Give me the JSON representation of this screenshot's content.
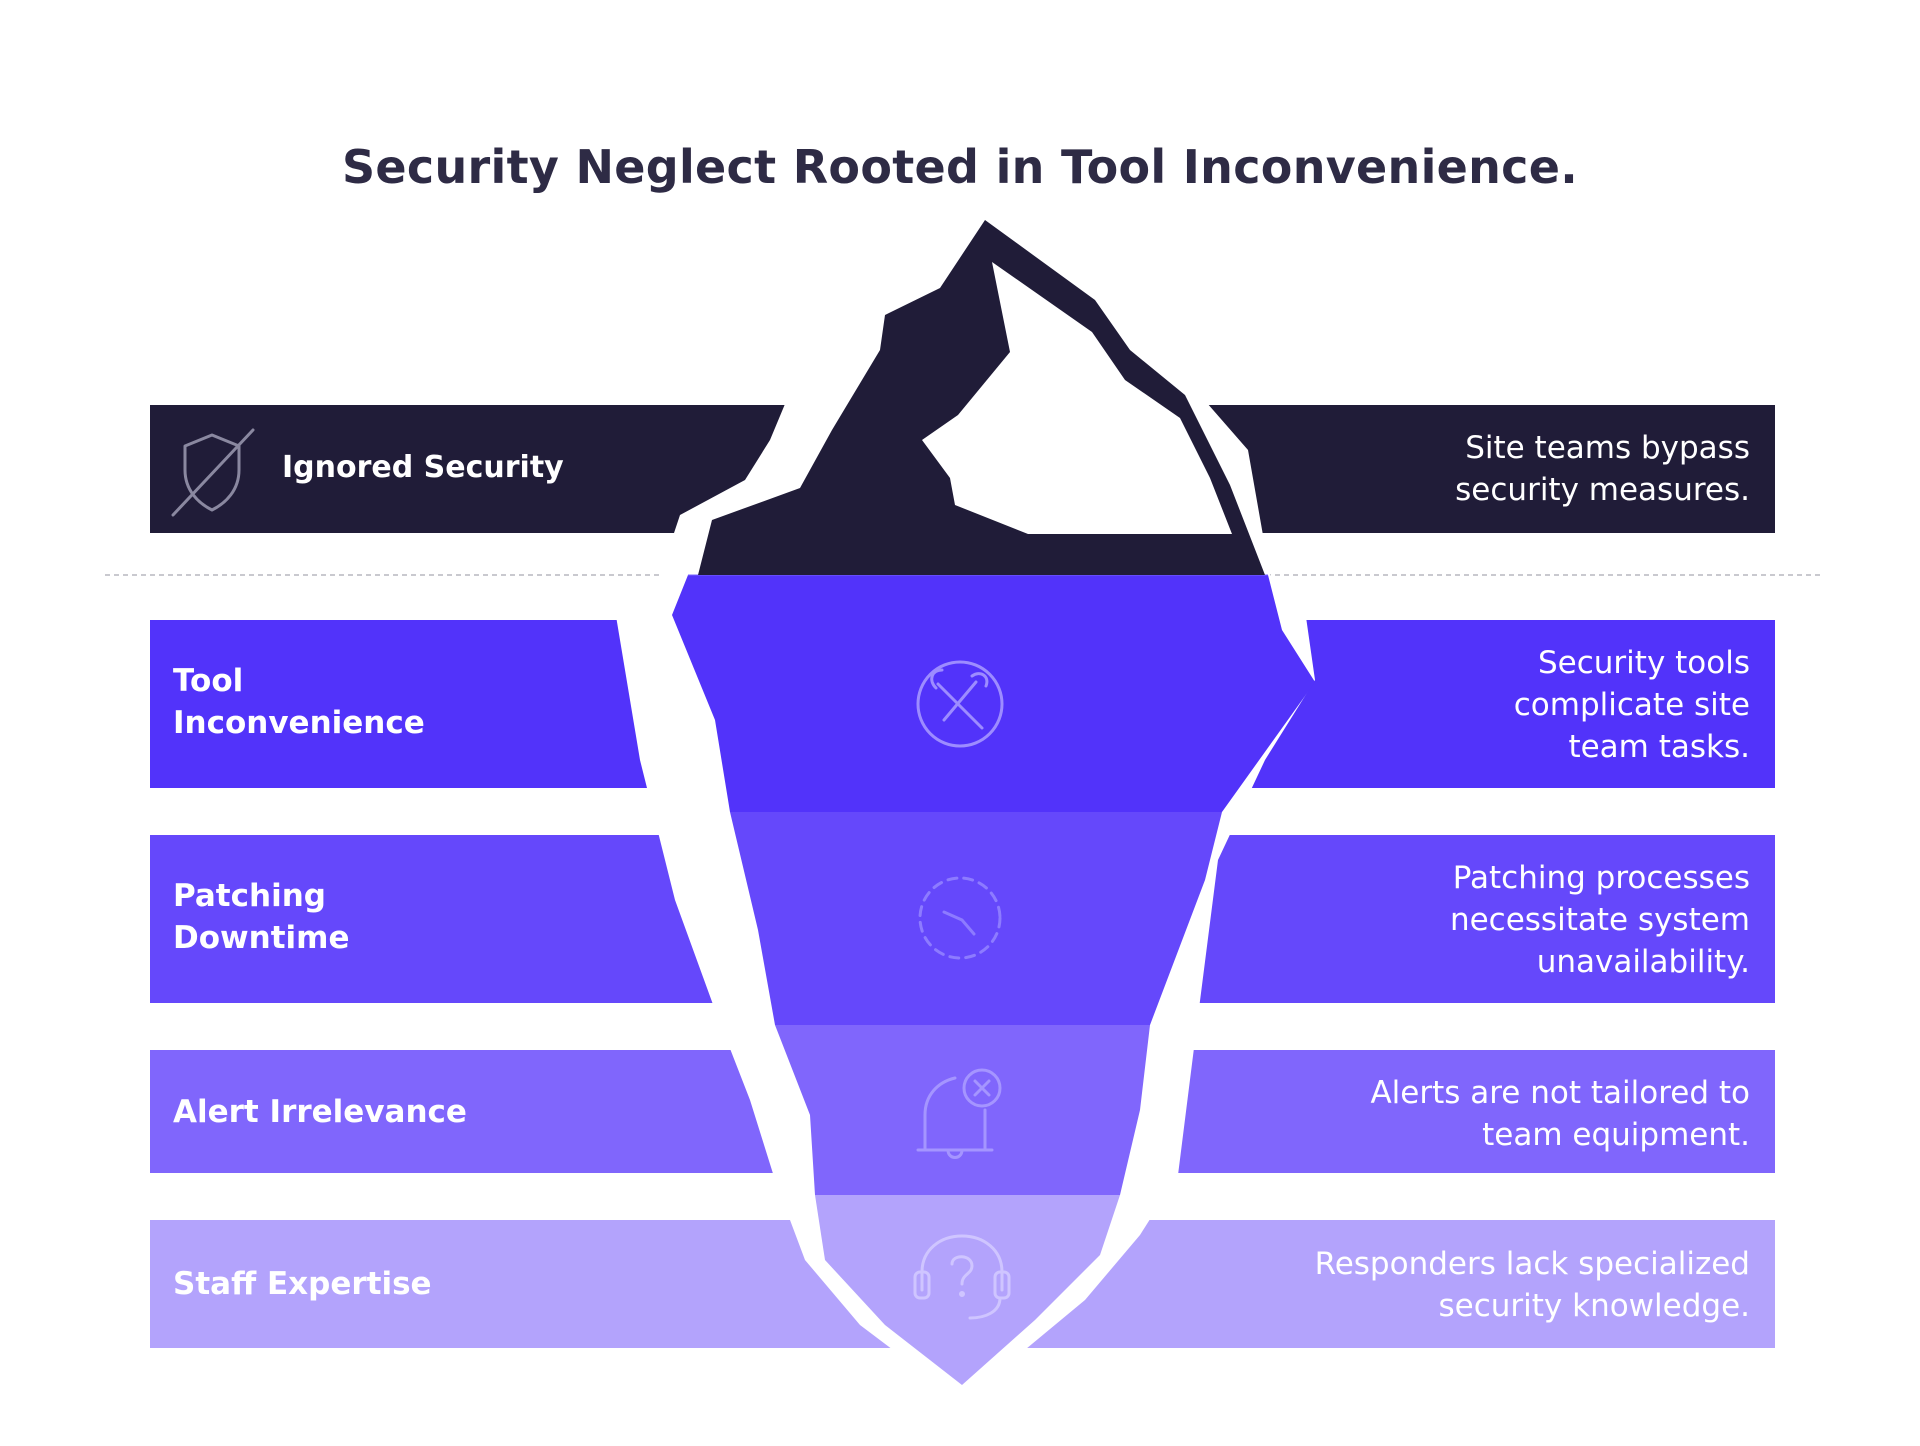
{
  "title": "Security Neglect Rooted in Tool Inconvenience.",
  "colors": {
    "dark": "#201c38",
    "band1": "#5233fa",
    "band2": "#6548fb",
    "band3": "#8066fc",
    "band4": "#b3a3fc",
    "iceberg_tip": "#201c38",
    "title": "#2e2b45"
  },
  "surface": {
    "label": "Ignored Security",
    "description": "Site teams bypass security measures.",
    "icon": "no-shield-icon"
  },
  "layers": [
    {
      "label": "Tool Inconvenience",
      "description": "Security tools complicate site team tasks.",
      "icon": "tools-icon"
    },
    {
      "label": "Patching Downtime",
      "description": "Patching processes necessitate system unavailability.",
      "icon": "refresh-clock-icon"
    },
    {
      "label": "Alert Irrelevance",
      "description": "Alerts are not tailored to team equipment.",
      "icon": "bell-x-icon"
    },
    {
      "label": "Staff Expertise",
      "description": "Responders lack specialized security knowledge.",
      "icon": "headset-question-icon"
    }
  ]
}
